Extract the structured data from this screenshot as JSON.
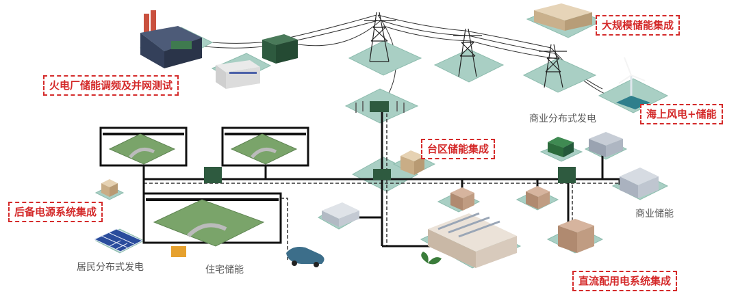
{
  "callouts": {
    "thermal_plant": "火电厂储能调频及并网测试",
    "large_scale": "大规模储能集成",
    "offshore_wind": "海上风电+储能",
    "district": "台区储能集成",
    "backup_power": "后备电源系统集成",
    "dc_distribution": "直流配用电系统集成"
  },
  "labels": {
    "commercial_pv": "商业分布式发电",
    "commercial_storage": "商业储能",
    "residential_pv": "居民分布式发电",
    "home_storage": "住宅储能"
  },
  "colors": {
    "callout_red": "#d42a2a",
    "ground_tile": "#a9cfc4",
    "equipment_green": "#2e5a3f",
    "line_black": "#1a1a1a"
  }
}
